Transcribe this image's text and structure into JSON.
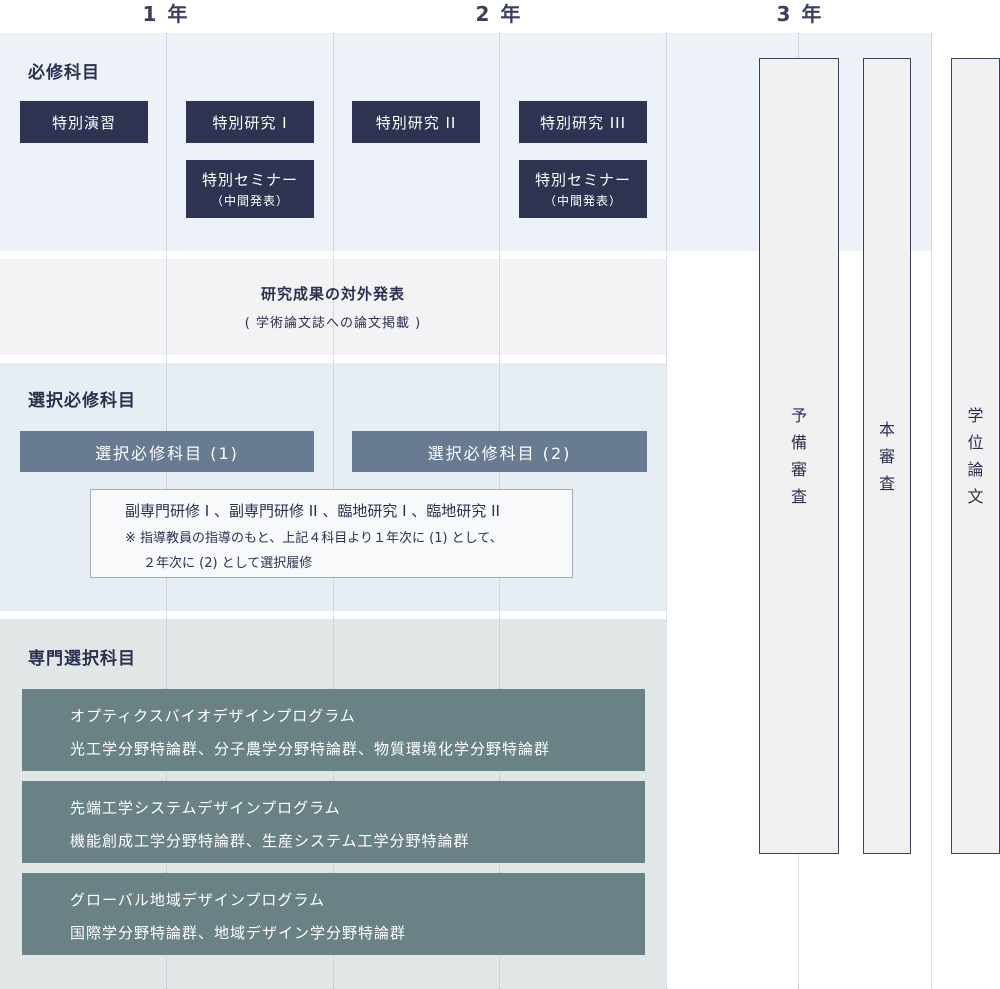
{
  "years": [
    "1 年",
    "2 年",
    "3 年"
  ],
  "required": {
    "title": "必修科目",
    "courses": {
      "tokubetsu_enshu": "特別演習",
      "kenkyu_1": "特別研究 I",
      "kenkyu_2": "特別研究 II",
      "kenkyu_3": "特別研究 III"
    },
    "seminar_1": {
      "title": "特別セミナー",
      "sub": "（中間発表）"
    },
    "seminar_2": {
      "title": "特別セミナー",
      "sub": "（中間発表）"
    }
  },
  "output": {
    "title": "研究成果の対外発表",
    "sub": "( 学術論文誌への論文掲載 )"
  },
  "elective_required": {
    "title": "選択必修科目",
    "box1": "選択必修科目 (1)",
    "box2": "選択必修科目 (2)",
    "note_line1": "副専門研修 I 、副専門研修 II 、臨地研究 I 、臨地研究 II",
    "note_line2": "※ 指導教員の指導のもと、上記４科目より１年次に (1) として、",
    "note_line3": "２年次に (2) として選択履修"
  },
  "special": {
    "title": "専門選択科目",
    "programs": [
      {
        "name": "オプティクスバイオデザインプログラム",
        "fields": "光工学分野特論群、分子農学分野特論群、物質環境化学分野特論群"
      },
      {
        "name": "先端工学システムデザインプログラム",
        "fields": "機能創成工学分野特論群、生産システム工学分野特論群"
      },
      {
        "name": "グローバル地域デザインプログラム",
        "fields": "国際学分野特論群、地域デザイン学分野特論群"
      }
    ]
  },
  "reviews": {
    "preliminary": "予備審査",
    "main": "本審査",
    "thesis": "学位論文"
  }
}
